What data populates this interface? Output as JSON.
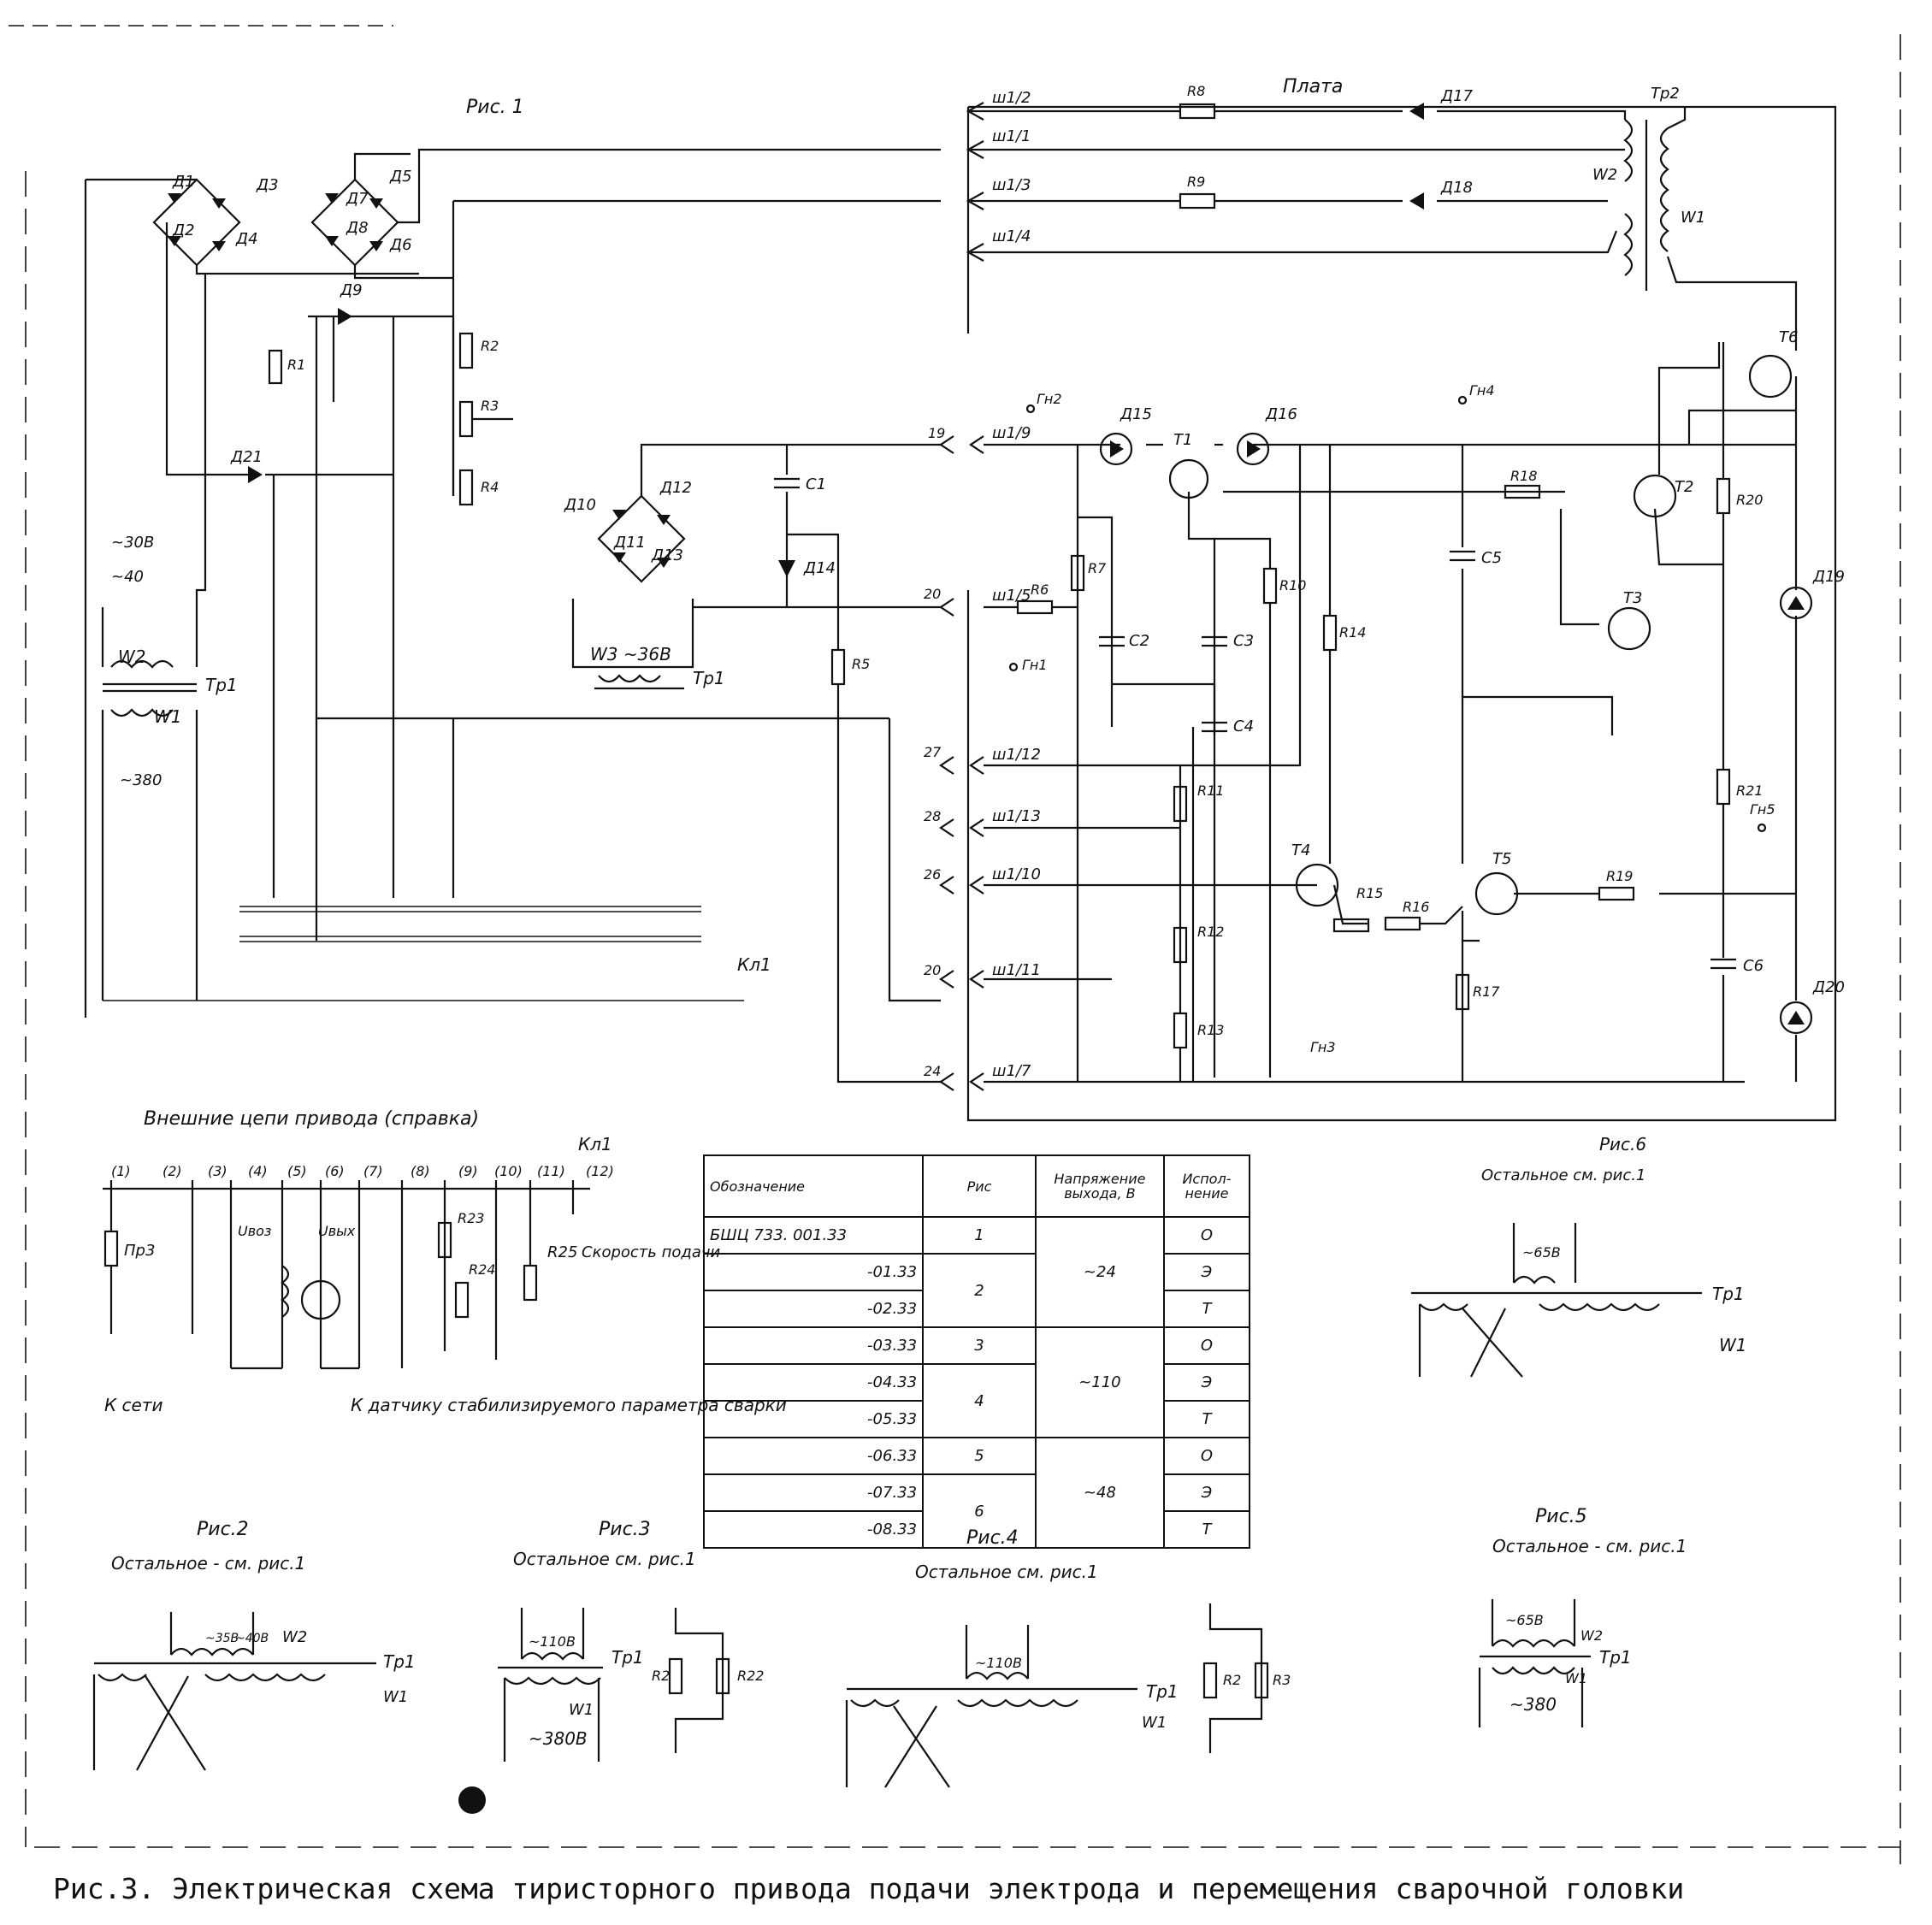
{
  "fig1_title": "Рис. 1",
  "board_title": "Плата",
  "external_title": "Внешние цепи привода (справка)",
  "caption": "Рис.3. Электрическая схема тиристорного привода подачи электрода и перемещения сварочной головки",
  "connectors_left": [
    "ш1/2",
    "ш1/1",
    "ш1/3",
    "ш1/4"
  ],
  "connectors_mid": [
    "ш1/9",
    "ш1/5",
    "ш1/12",
    "ш1/13",
    "ш1/10",
    "ш1/11",
    "ш1/7"
  ],
  "wire_numbers_mid": [
    "19",
    "20",
    "27",
    "28",
    "26",
    "20",
    "24"
  ],
  "sockets": [
    "Гн1",
    "Гн2",
    "Гн3",
    "Гн4",
    "Гн5"
  ],
  "transistors": [
    "Т1",
    "Т2",
    "Т3",
    "Т4",
    "Т5",
    "Т6"
  ],
  "diodes": [
    "Д1",
    "Д2",
    "Д3",
    "Д4",
    "Д5",
    "Д6",
    "Д7",
    "Д8",
    "Д9",
    "Д10",
    "Д11",
    "Д12",
    "Д13",
    "Д14",
    "Д15",
    "Д16",
    "Д17",
    "Д18",
    "Д19",
    "Д20",
    "Д21"
  ],
  "resistors": [
    "R1",
    "R2",
    "R3",
    "R4",
    "R5",
    "R6",
    "R7",
    "R8",
    "R9",
    "R10",
    "R11",
    "R12",
    "R13",
    "R14",
    "R15",
    "R16",
    "R17",
    "R18",
    "R19",
    "R20",
    "R21"
  ],
  "capacitors": [
    "С1",
    "С2",
    "С3",
    "С4",
    "С5",
    "С6"
  ],
  "transformer_labels": {
    "tr1": "Тр1",
    "tr2": "Тр2",
    "w1": "W1",
    "w2": "W2",
    "w3": "W3 ~36В"
  },
  "voltages": {
    "v30": "~30В",
    "v40": "~40",
    "v380": "~380"
  },
  "contactor_label": "Кл1",
  "external": {
    "pins": [
      "(1)",
      "(2)",
      "(3)",
      "(4)",
      "(5)",
      "(6)",
      "(7)",
      "(8)",
      "(9)",
      "(10)",
      "(11)",
      "(12)"
    ],
    "pr3": "Пр3",
    "u_in": "Uвоз",
    "u_out": "Uвых",
    "r23": "R23",
    "r24": "R24",
    "r25": "R25",
    "speed": "Скорость подачи",
    "network": "К сети",
    "sensor": "К датчику стабилизируемого параметра сварки",
    "kl1": "Кл1"
  },
  "table": {
    "headers": [
      "Обозначение",
      "Рис",
      "Напряжение выхода, В",
      "Испол-нение"
    ],
    "rows": [
      {
        "des": "БШЦ 733. 001.33",
        "fig": "1",
        "volt": "",
        "ver": "О"
      },
      {
        "des": "-01.33",
        "fig": "2",
        "volt": "~24",
        "ver": "Э"
      },
      {
        "des": "-02.33",
        "fig": "",
        "volt": "",
        "ver": "Т"
      },
      {
        "des": "-03.33",
        "fig": "3",
        "volt": "",
        "ver": "О"
      },
      {
        "des": "-04.33",
        "fig": "4",
        "volt": "~110",
        "ver": "Э"
      },
      {
        "des": "-05.33",
        "fig": "",
        "volt": "",
        "ver": "Т"
      },
      {
        "des": "-06.33",
        "fig": "5",
        "volt": "",
        "ver": "О"
      },
      {
        "des": "-07.33",
        "fig": "6",
        "volt": "~48",
        "ver": "Э"
      },
      {
        "des": "-08.33",
        "fig": "",
        "volt": "",
        "ver": "Т"
      }
    ]
  },
  "variants": {
    "fig2": {
      "title": "Рис.2",
      "note": "Остальное - см. рис.1",
      "volt1": "~35В",
      "volt2": "~40В",
      "w2": "W2",
      "tr": "Тр1",
      "w1": "W1"
    },
    "fig3": {
      "title": "Рис.3",
      "note": "Остальное см. рис.1",
      "volt": "~110В",
      "mains": "~380В",
      "w1": "W1",
      "tr": "Тр1",
      "r2": "R2",
      "r22": "R22"
    },
    "fig4": {
      "title": "Рис.4",
      "note": "Остальное см. рис.1",
      "volt": "~110В",
      "tr": "Тр1",
      "w1": "W1",
      "r2": "R2",
      "r3": "R3"
    },
    "fig5": {
      "title": "Рис.5",
      "note": "Остальное - см. рис.1",
      "volt": "~65В",
      "mains": "~380",
      "w2": "W2",
      "w1": "W1",
      "tr": "Тр1"
    },
    "fig6": {
      "title": "Рис.6",
      "note": "Остальное см. рис.1",
      "volt": "~65В",
      "tr": "Тр1",
      "w1": "W1"
    }
  }
}
